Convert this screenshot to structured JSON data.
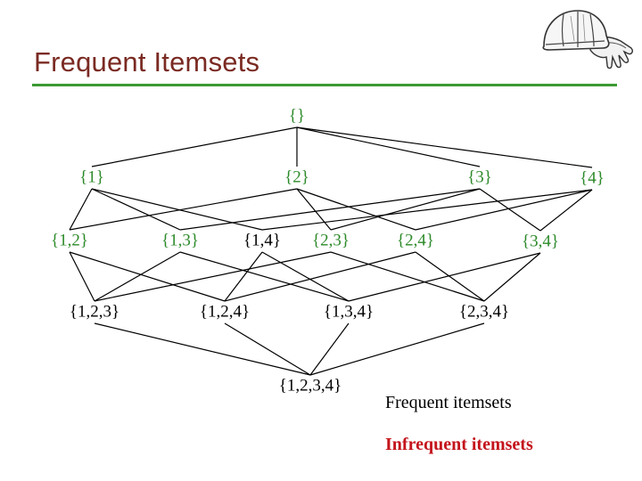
{
  "slide": {
    "title": "Frequent Itemsets"
  },
  "logo": {
    "icon": "hard-hat-and-gloves-icon"
  },
  "colors": {
    "title": "#7a2a22",
    "rule": "#3b9a33",
    "frequent": "#2d8a2a",
    "infrequent_legend": "#c4141c",
    "default_text": "#000000"
  },
  "lattice": {
    "nodes": [
      {
        "id": "empty",
        "label": "{}",
        "frequent": true
      },
      {
        "id": "1",
        "label": "{1}",
        "frequent": true
      },
      {
        "id": "2",
        "label": "{2}",
        "frequent": true
      },
      {
        "id": "3",
        "label": "{3}",
        "frequent": true
      },
      {
        "id": "4",
        "label": "{4}",
        "frequent": true
      },
      {
        "id": "12",
        "label": "{1,2}",
        "frequent": true
      },
      {
        "id": "13",
        "label": "{1,3}",
        "frequent": true
      },
      {
        "id": "14",
        "label": "{1,4}",
        "frequent": false
      },
      {
        "id": "23",
        "label": "{2,3}",
        "frequent": true
      },
      {
        "id": "24",
        "label": "{2,4}",
        "frequent": true
      },
      {
        "id": "34",
        "label": "{3,4}",
        "frequent": true
      },
      {
        "id": "123",
        "label": "{1,2,3}",
        "frequent": false
      },
      {
        "id": "124",
        "label": "{1,2,4}",
        "frequent": false
      },
      {
        "id": "134",
        "label": "{1,3,4}",
        "frequent": false
      },
      {
        "id": "234",
        "label": "{2,3,4}",
        "frequent": false
      },
      {
        "id": "1234",
        "label": "{1,2,3,4}",
        "frequent": false
      }
    ],
    "edges": [
      [
        "empty",
        "1"
      ],
      [
        "empty",
        "2"
      ],
      [
        "empty",
        "3"
      ],
      [
        "empty",
        "4"
      ],
      [
        "1",
        "12"
      ],
      [
        "1",
        "13"
      ],
      [
        "1",
        "14"
      ],
      [
        "2",
        "12"
      ],
      [
        "2",
        "23"
      ],
      [
        "2",
        "24"
      ],
      [
        "3",
        "13"
      ],
      [
        "3",
        "23"
      ],
      [
        "3",
        "34"
      ],
      [
        "4",
        "14"
      ],
      [
        "4",
        "24"
      ],
      [
        "4",
        "34"
      ],
      [
        "12",
        "123"
      ],
      [
        "12",
        "124"
      ],
      [
        "13",
        "123"
      ],
      [
        "13",
        "134"
      ],
      [
        "14",
        "124"
      ],
      [
        "14",
        "134"
      ],
      [
        "23",
        "123"
      ],
      [
        "23",
        "234"
      ],
      [
        "24",
        "124"
      ],
      [
        "24",
        "234"
      ],
      [
        "34",
        "134"
      ],
      [
        "34",
        "234"
      ],
      [
        "123",
        "1234"
      ],
      [
        "124",
        "1234"
      ],
      [
        "134",
        "1234"
      ],
      [
        "234",
        "1234"
      ]
    ]
  },
  "legend": {
    "frequent_label": "Frequent itemsets",
    "infrequent_label": "Infrequent itemsets"
  }
}
